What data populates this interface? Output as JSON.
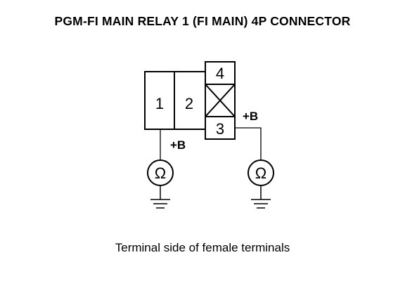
{
  "title": "PGM-FI MAIN RELAY 1 (FI MAIN) 4P CONNECTOR",
  "caption": "Terminal side of female terminals",
  "connector": {
    "pins": [
      "1",
      "2",
      "3",
      "4"
    ],
    "blank_cavity_marked": true
  },
  "meters": [
    {
      "symbol": "Ω",
      "label": "+B",
      "probe_pin": "1",
      "icon": "ohmmeter-icon",
      "ground_icon": "ground-icon"
    },
    {
      "symbol": "Ω",
      "label": "+B",
      "probe_pin": "3",
      "icon": "ohmmeter-icon",
      "ground_icon": "ground-icon"
    }
  ]
}
